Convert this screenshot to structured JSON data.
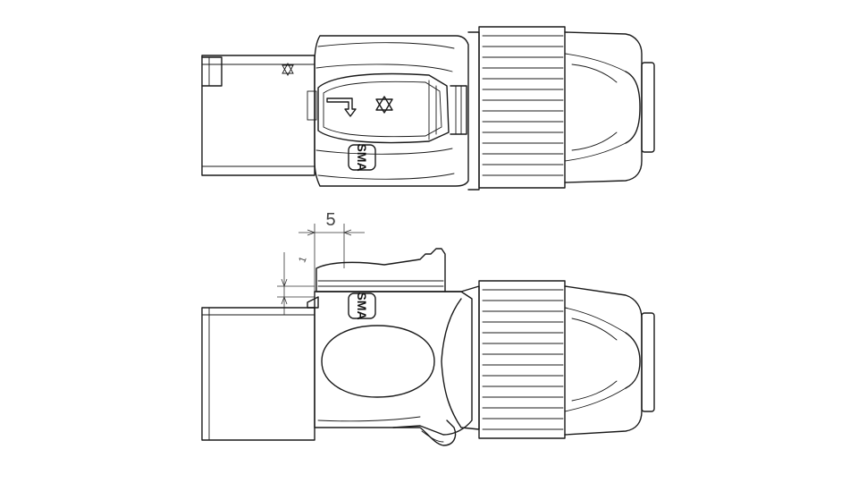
{
  "drawing": {
    "dimensions": {
      "horizontal": "5",
      "vertical": "1"
    },
    "logo_text": "SMA"
  },
  "colors": {
    "line": "#1a1a1a",
    "background": "#ffffff"
  }
}
